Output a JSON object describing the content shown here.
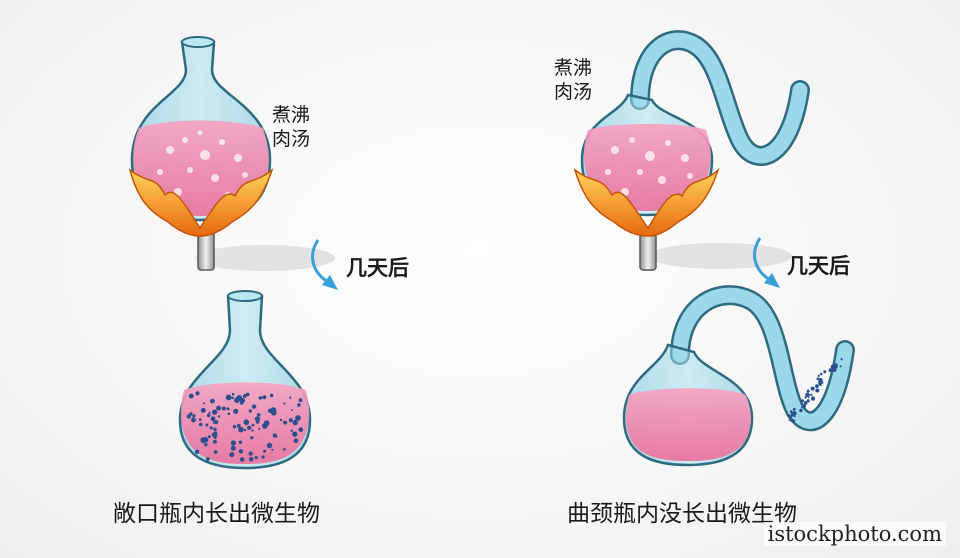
{
  "left_panel": {
    "boil_label_line1": "煮沸",
    "boil_label_line2": "肉汤",
    "after_days_label": "几天后",
    "caption": "敞口瓶内长出微生物"
  },
  "right_panel": {
    "boil_label_line1": "煮沸",
    "boil_label_line2": "肉汤",
    "after_days_label": "几天后",
    "caption": "曲颈瓶内没长出微生物"
  },
  "watermark": "istockphoto.com",
  "colors": {
    "glass": "#8fd3e6",
    "glass_outline": "#2f6b80",
    "broth": "#f58bb0",
    "broth_dark": "#e96b97",
    "microbe_dots": "#2b4f8f",
    "flame": "#f39a1e",
    "arrow": "#3aa0d8"
  }
}
